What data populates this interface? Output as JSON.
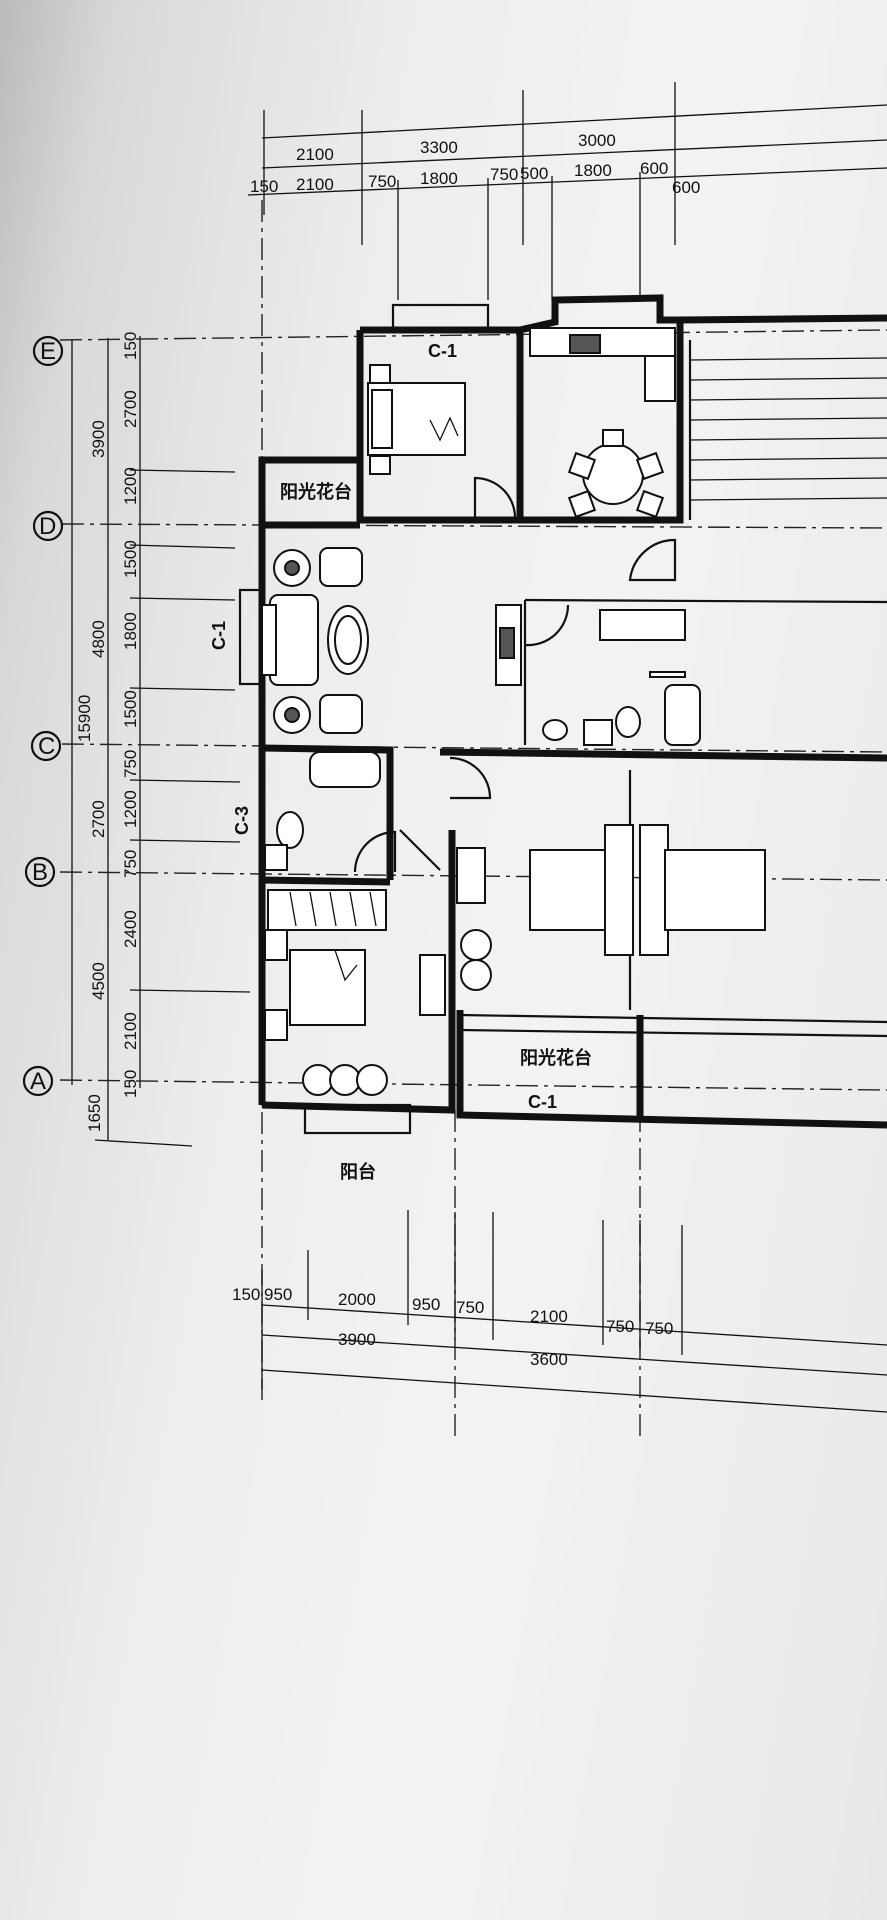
{
  "dims_top_row1": [
    "2100",
    "3300",
    "3000"
  ],
  "dims_top_row2": [
    "150",
    "2100",
    "750",
    "1800",
    "750",
    "500",
    "1800",
    "600",
    "600"
  ],
  "axes": [
    "E",
    "D",
    "C",
    "B",
    "A"
  ],
  "dims_left_inner": [
    "150",
    "2700",
    "1200",
    "1500",
    "1800",
    "1500",
    "750",
    "1200",
    "750",
    "2400",
    "2100",
    "150"
  ],
  "dims_left_mid": [
    "3900",
    "4800",
    "2700",
    "4500"
  ],
  "dims_left_total": "15900",
  "dims_left_extra": "1650",
  "dims_bottom_row1": [
    "150",
    "950",
    "2000",
    "950",
    "750",
    "2100",
    "750",
    "750"
  ],
  "dims_bottom_row2": [
    "3900",
    "3600"
  ],
  "labels": {
    "window_top": "C-1",
    "window_left": "C-1",
    "window_bath": "C-3",
    "window_bottom": "C-1",
    "sun_balcony_top": "阳光花台",
    "sun_balcony_bottom": "阳光花台",
    "balcony": "阳台"
  }
}
